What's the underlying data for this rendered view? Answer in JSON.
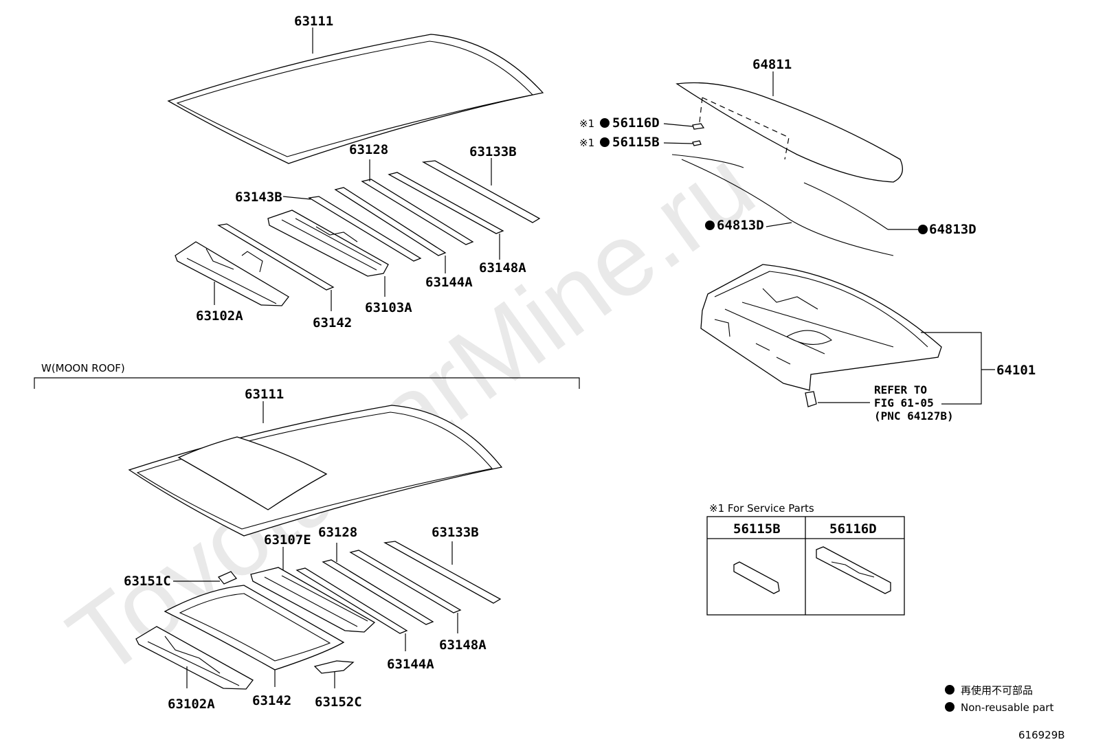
{
  "watermark": "ToyotaCarMine.ru",
  "figure_id": "616929B",
  "moon_roof_label": "W(MOON ROOF)",
  "legend": {
    "japanese": "再使用不可部品",
    "english": "Non-reusable part"
  },
  "service_parts": {
    "title": "※1 For Service Parts",
    "col1": "56115B",
    "col2": "56116D"
  },
  "refer": {
    "line1": "REFER TO",
    "line2": "FIG 61-05",
    "line3": "(PNC 64127B)"
  },
  "marks": {
    "service": "※1",
    "nonreusable": "●"
  },
  "parts_top": {
    "p63111": "63111",
    "p63128": "63128",
    "p63133B": "63133B",
    "p63143B": "63143B",
    "p63148A": "63148A",
    "p63144A": "63144A",
    "p63103A": "63103A",
    "p63142": "63142",
    "p63102A": "63102A"
  },
  "parts_moon": {
    "p63111": "63111",
    "p63107E": "63107E",
    "p63128": "63128",
    "p63133B": "63133B",
    "p63151C": "63151C",
    "p63148A": "63148A",
    "p63144A": "63144A",
    "p63102A": "63102A",
    "p63142": "63142",
    "p63152C": "63152C"
  },
  "parts_rear": {
    "p64811": "64811",
    "p56116D": "56116D",
    "p56115B": "56115B",
    "p64813D_left": "64813D",
    "p64813D_right": "64813D",
    "p64101": "64101"
  }
}
